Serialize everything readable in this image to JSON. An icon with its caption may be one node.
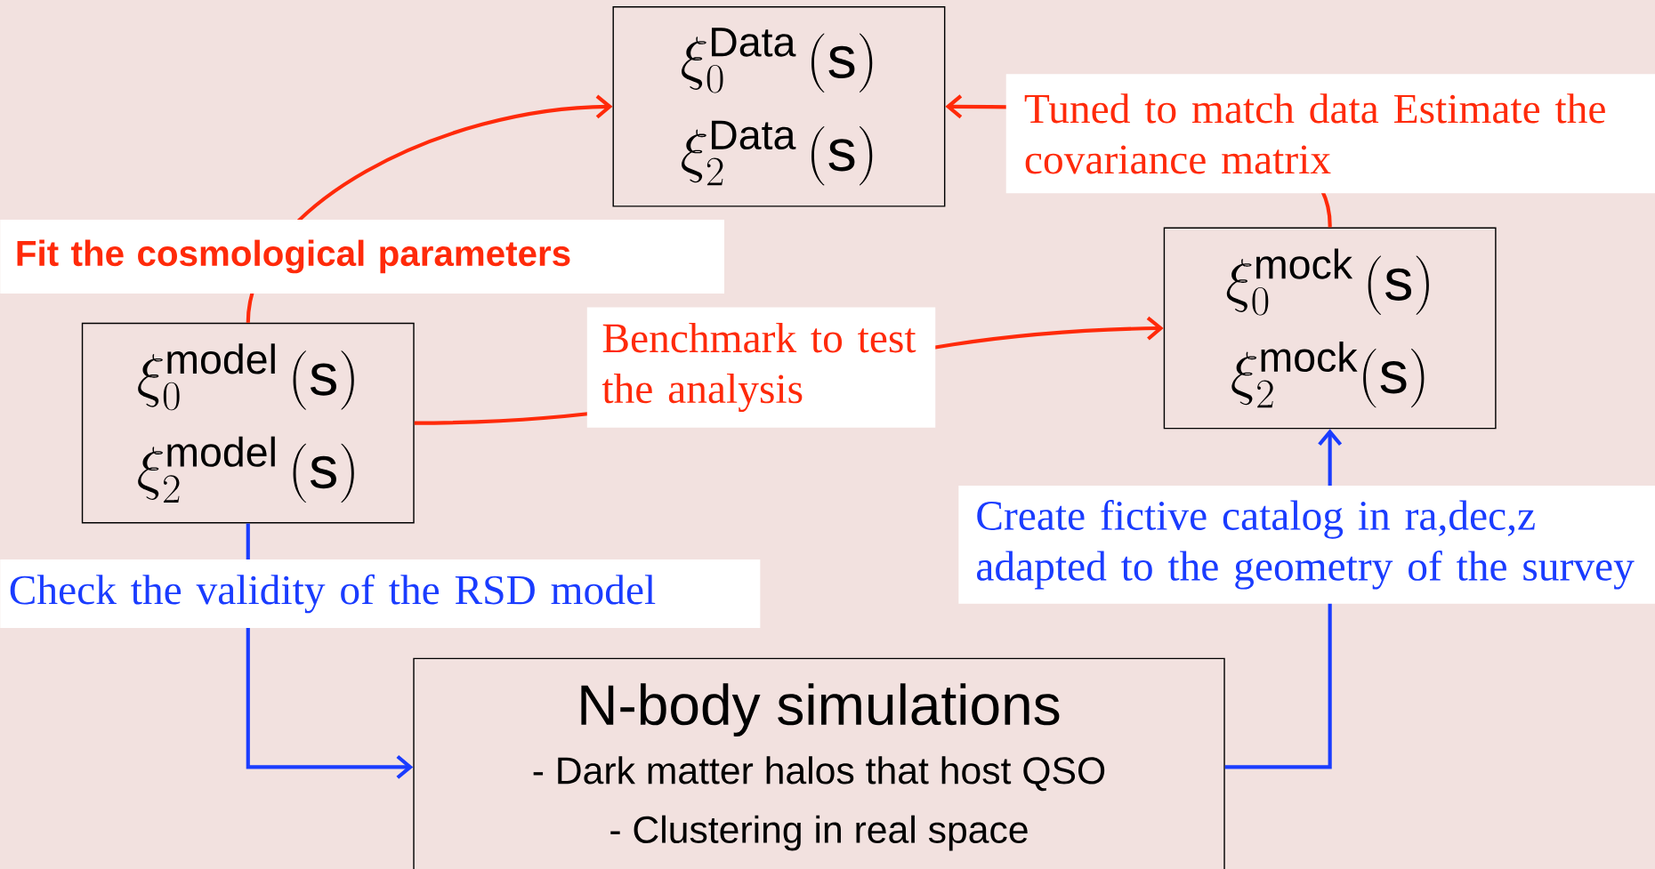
{
  "diagram": {
    "nodes": [
      {
        "text": [
          "\\xi_{0}^{\\mathrm{Data}}\\,(\\mathrm{s})",
          "\\xi_{2}^{\\mathrm{Data}}\\,(\\mathrm{s})"
        ]
      },
      {
        "text": [
          "\\xi_{0}^{\\mathrm{mock}}\\,(\\mathrm{s})",
          "\\xi_{2}^{\\mathrm{mock}}(\\mathrm{s})"
        ]
      },
      {
        "text": [
          "\\xi_{0}^{\\mathrm{model}}\\,(\\mathrm{s})",
          "\\xi_{2}^{\\mathrm{model}}\\,(\\mathrm{s})"
        ]
      },
      {
        "text": [
          "N-body simulations",
          "- Dark matter halos that host QSO",
          "- Clustering in real space"
        ]
      }
    ],
    "edges": [
      {
        "from": 2,
        "to": 0,
        "arrow": "to",
        "label": "Fit the cosmological parameters"
      },
      {
        "from": 1,
        "to": 0,
        "arrow": "to",
        "label": "Tuned to match data Estimate the covariance matrix"
      },
      {
        "from": 2,
        "to": 1,
        "arrow": "to",
        "label": "Benchmark to test the analysis"
      },
      {
        "from": 3,
        "to": 1,
        "arrow": "to",
        "label": "Create fictive catalog in ra,dec,z adapted to the geometry of the survey",
        "color": "#1a3cff"
      },
      {
        "from": 2,
        "to": 3,
        "arrow": "to",
        "label": "Check the validity of the RSD model",
        "color": "#1a3cff"
      }
    ]
  }
}
